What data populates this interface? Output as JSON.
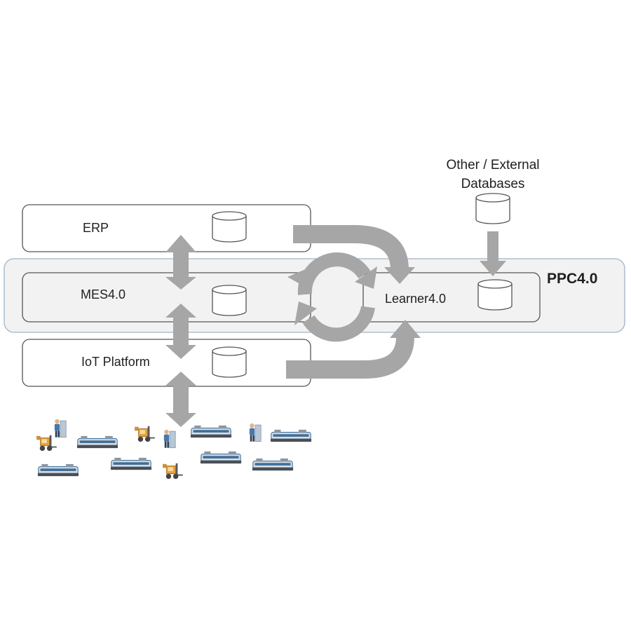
{
  "diagram": {
    "ppc_label": "PPC4.0",
    "external_db_label_line1": "Other / External",
    "external_db_label_line2": "Databases",
    "layers": {
      "erp": "ERP",
      "mes": "MES4.0",
      "iot": "IoT Platform",
      "learner": "Learner4.0"
    }
  },
  "colors": {
    "arrow": "#a6a6a6",
    "ppc_band_fill": "#f2f2f2",
    "ppc_band_stroke": "#9fb3c8",
    "box_stroke": "#555555",
    "machine": "#3f6f9a",
    "forklift": "#e8a23c",
    "worker": "#4a78a8"
  },
  "icons": [
    "database-icon",
    "forklift-icon",
    "worker-icon",
    "machine-icon"
  ]
}
